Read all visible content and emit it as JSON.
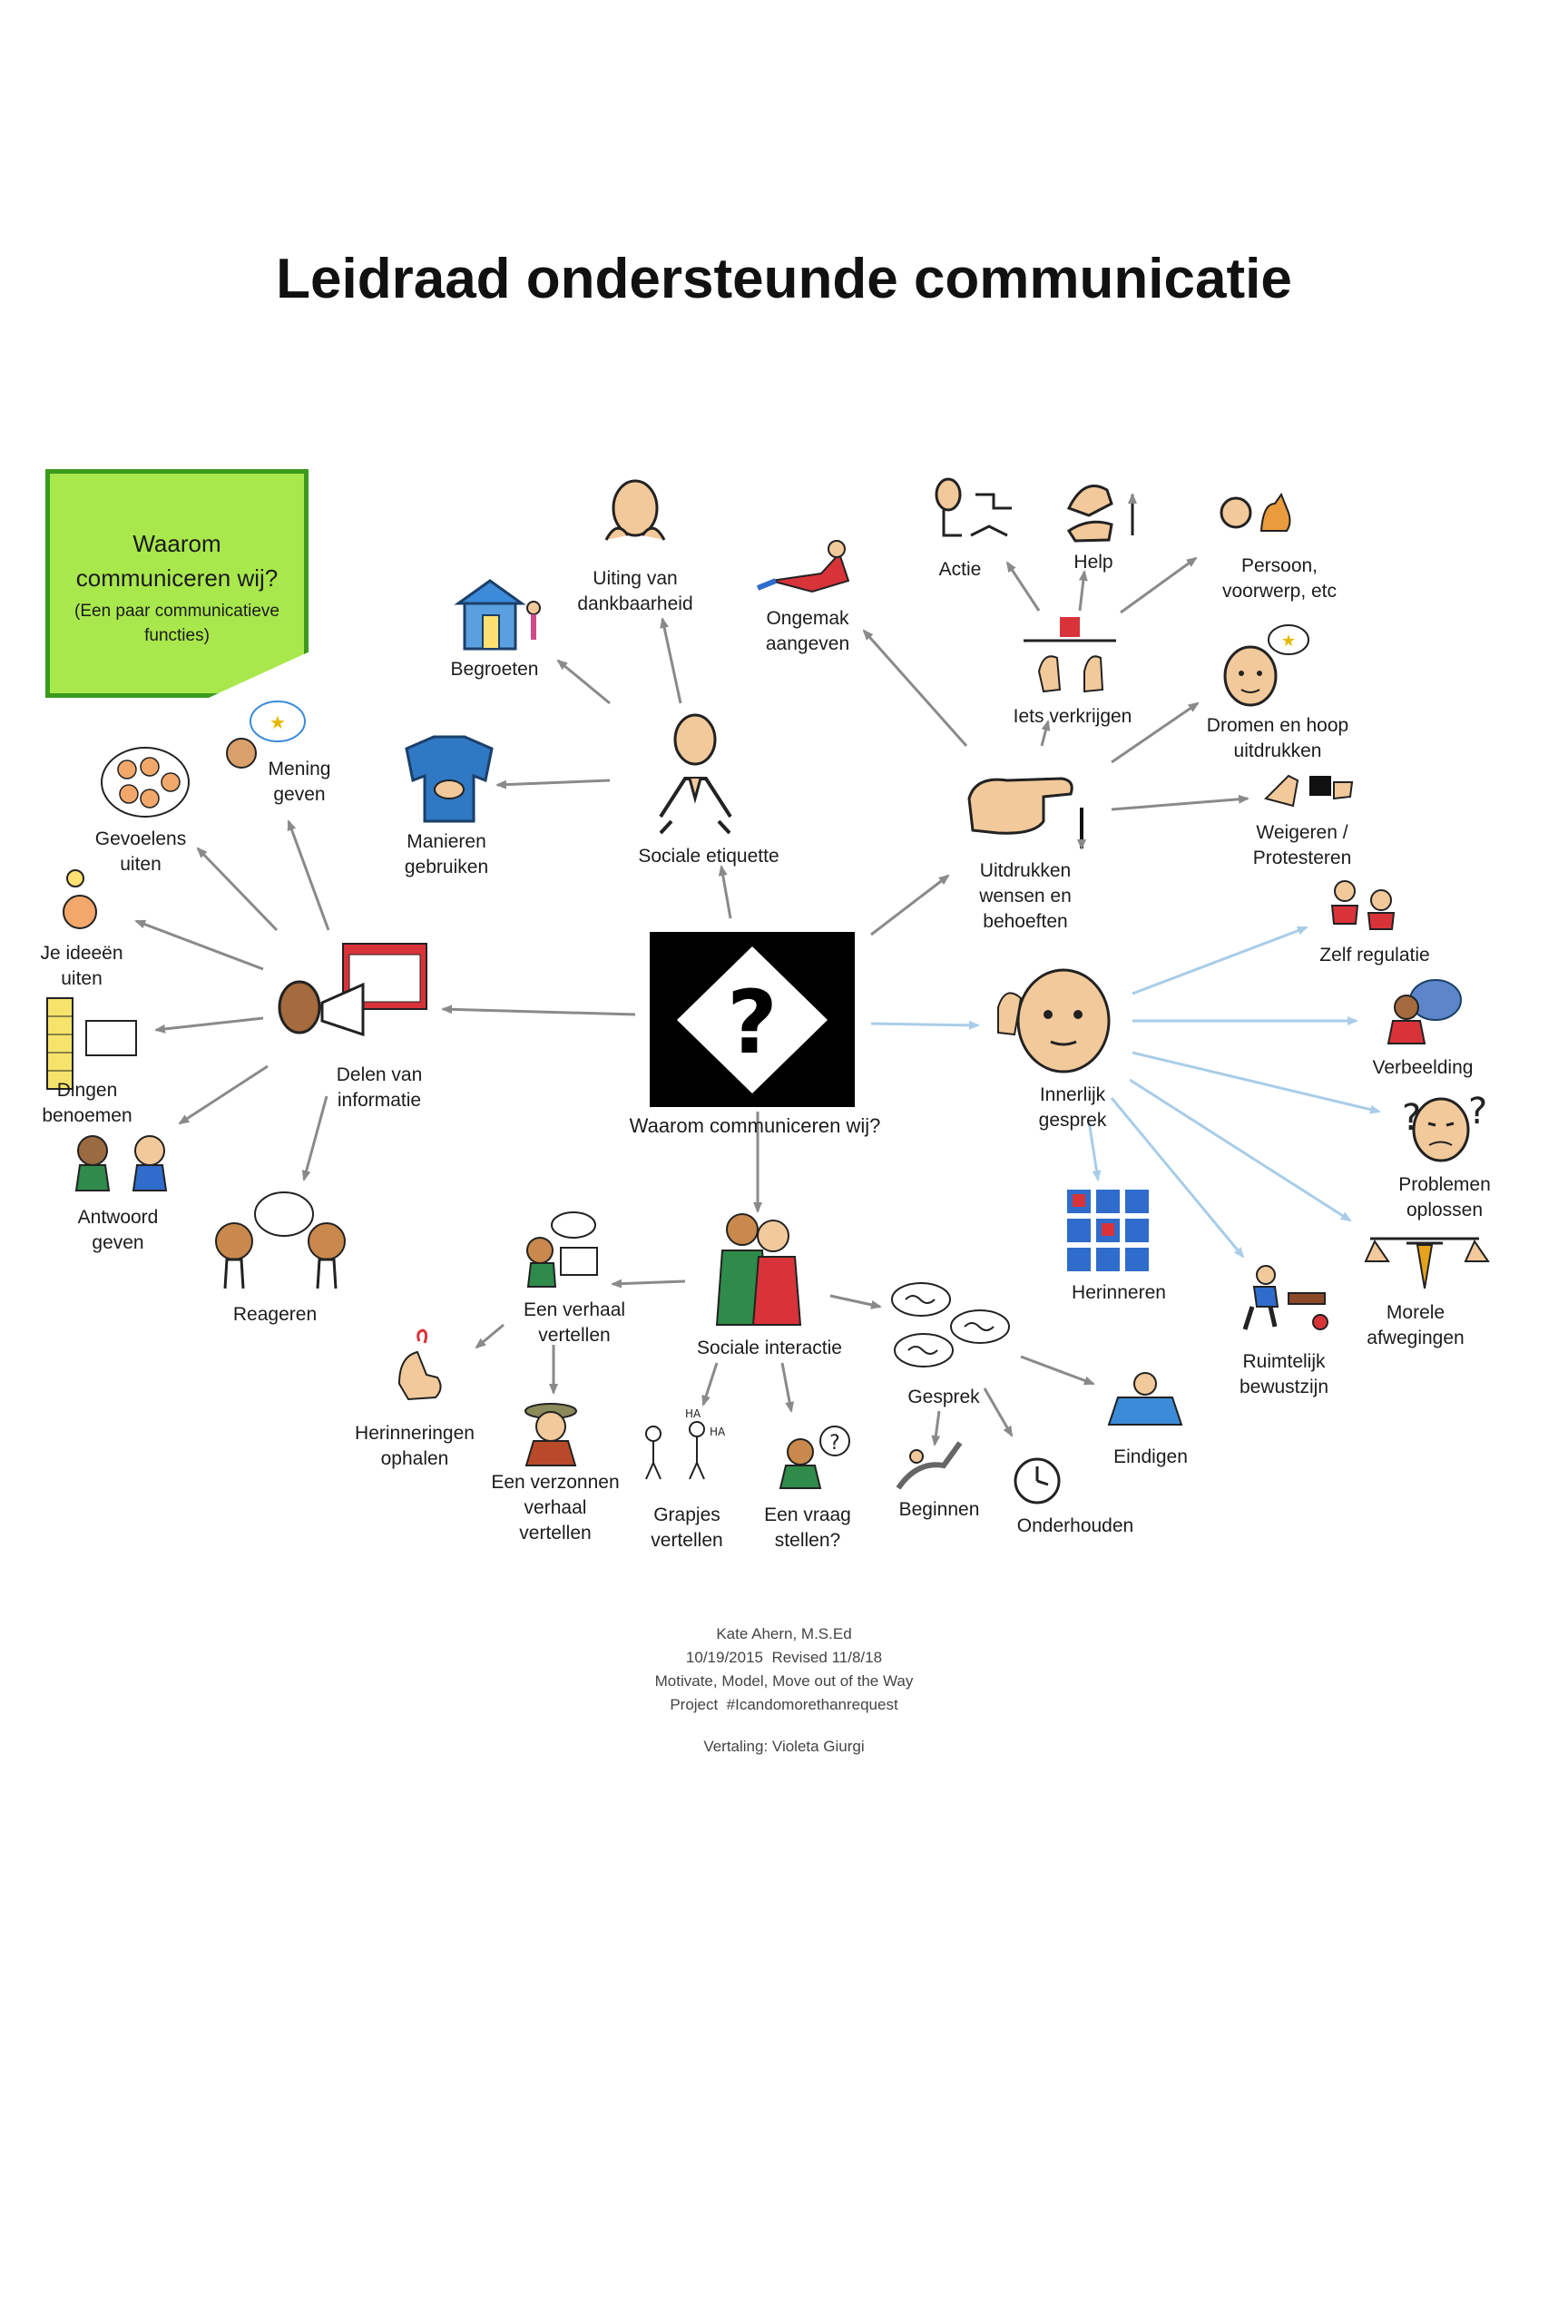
{
  "title": "Leidraad ondersteunde communicatie",
  "note": {
    "line1": "Waarom",
    "line2": "communiceren wij?",
    "line3": "(Een paar communicatieve",
    "line4": "functies)"
  },
  "center": {
    "label": "Waarom communiceren wij?"
  },
  "nodes": {
    "sociale_etiquette": "Sociale etiquette",
    "begroeten": "Begroeten",
    "uiting_dankbaarheid": "Uiting van\ndankbaarheid",
    "manieren_gebruiken": "Manieren\ngebruiken",
    "ongemak_aangeven": "Ongemak\naangeven",
    "actie": "Actie",
    "help": "Help",
    "persoon": "Persoon,\nvoorwerp, etc",
    "iets_verkrijgen": "Iets verkrijgen",
    "dromen_hoop": "Dromen en hoop\nuitdrukken",
    "weigeren": "Weigeren /\nProtesteren",
    "uitdrukken_wensen": "Uitdrukken\nwensen en\nbehoeften",
    "zelf_regulatie": "Zelf regulatie",
    "verbeelding": "Verbeelding",
    "problemen_oplossen": "Problemen\noplossen",
    "morele_afwegingen": "Morele\nafwegingen",
    "ruimtelijk_bewustzijn": "Ruimtelijk\nbewustzijn",
    "herinneren": "Herinneren",
    "innerlijk_gesprek": "Innerlijk\ngesprek",
    "mening_geven": "Mening\ngeven",
    "gevoelens_uiten": "Gevoelens\nuiten",
    "je_ideeen_uiten": "Je ideeën\nuiten",
    "dingen_benoemen": "Dingen\nbenoemen",
    "antwoord_geven": "Antwoord\ngeven",
    "reageren": "Reageren",
    "delen_informatie": "Delen van\ninformatie",
    "sociale_interactie": "Sociale interactie",
    "een_verhaal_vertellen": "Een verhaal\nvertellen",
    "herinneringen_ophalen": "Herinneringen\nophalen",
    "verzonnen_verhaal": "Een verzonnen\nverhaal\nvertellen",
    "grapjes_vertellen": "Grapjes\nvertellen",
    "vraag_stellen": "Een vraag\nstellen?",
    "gesprek": "Gesprek",
    "beginnen": "Beginnen",
    "onderhouden": "Onderhouden",
    "eindigen": "Eindigen"
  },
  "credits": {
    "line1": "Kate Ahern, M.S.Ed",
    "line2": "10/19/2015  Revised 11/8/18",
    "line3": "Motivate, Model, Move out of the Way",
    "line4": "Project  #Icandomorethanrequest",
    "translation": "Vertaling: Violeta Giurgi"
  },
  "colors": {
    "note_fill": "#a9e84c",
    "note_border": "#3a9a1e",
    "arrow_gray": "#8a8a8a",
    "arrow_blue": "#a9cde8",
    "center_box": "#000000"
  }
}
